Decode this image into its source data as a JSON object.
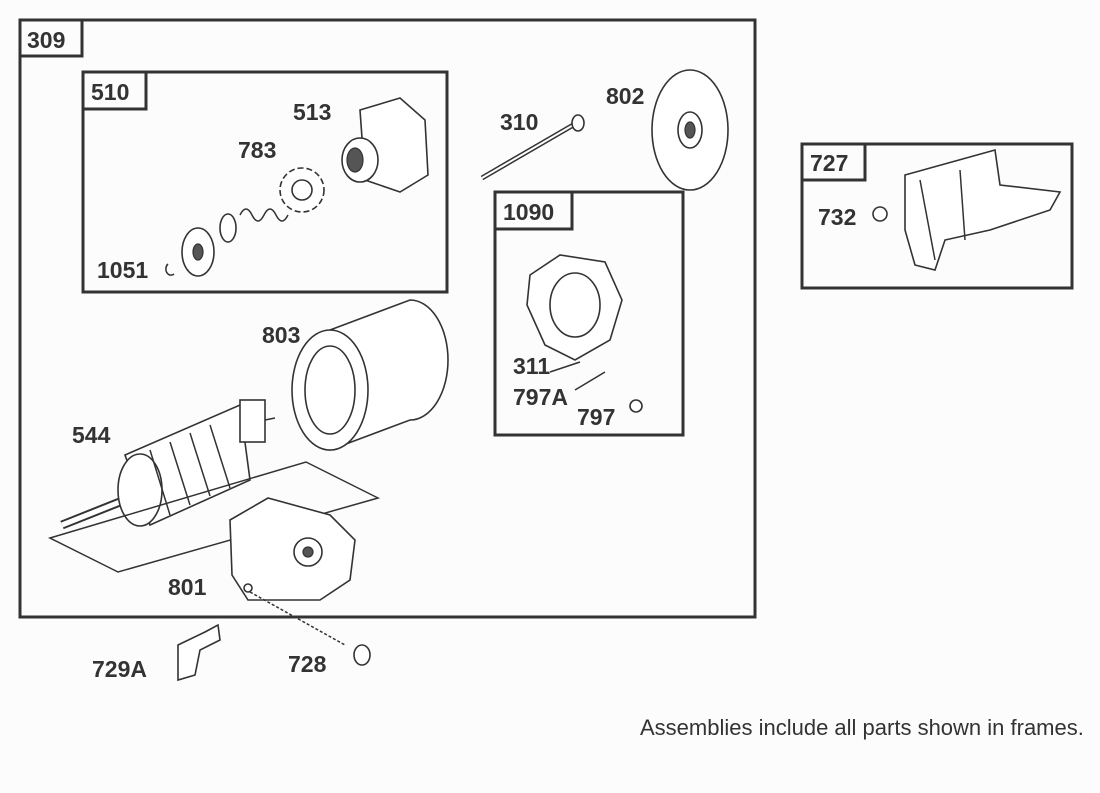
{
  "frames": {
    "f309": "309",
    "f510": "510",
    "f1090": "1090",
    "f727": "727"
  },
  "parts": {
    "p513": "513",
    "p783": "783",
    "p1051": "1051",
    "p310": "310",
    "p802": "802",
    "p803": "803",
    "p544": "544",
    "p311": "311",
    "p797A": "797A",
    "p797": "797",
    "p801": "801",
    "p729A": "729A",
    "p728": "728",
    "p732": "732"
  },
  "note": "Assemblies include all parts shown in frames."
}
